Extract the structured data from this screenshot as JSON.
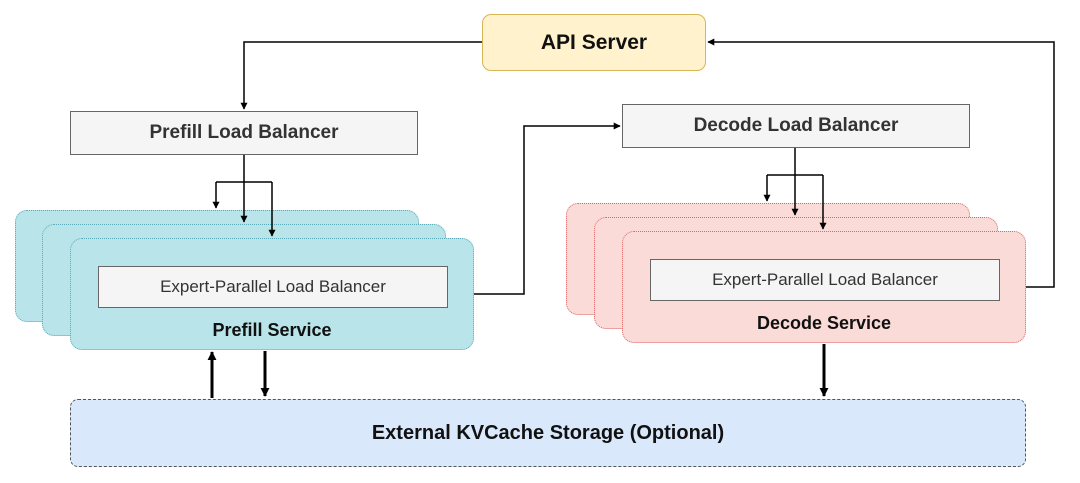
{
  "api_server": {
    "label": "API Server"
  },
  "prefill": {
    "load_balancer": "Prefill Load Balancer",
    "inner_load_balancer": "Expert-Parallel Load Balancer",
    "service": "Prefill Service"
  },
  "decode": {
    "load_balancer": "Decode Load Balancer",
    "inner_load_balancer": "Expert-Parallel Load Balancer",
    "service": "Decode Service"
  },
  "storage": {
    "label": "External KVCache Storage (Optional)"
  },
  "colors": {
    "api_fill": "#fff2cc",
    "prefill_fill": "#b9e4ea",
    "decode_fill": "#fadbd8",
    "storage_fill": "#dae8fc",
    "lb_fill": "#f5f5f5"
  }
}
